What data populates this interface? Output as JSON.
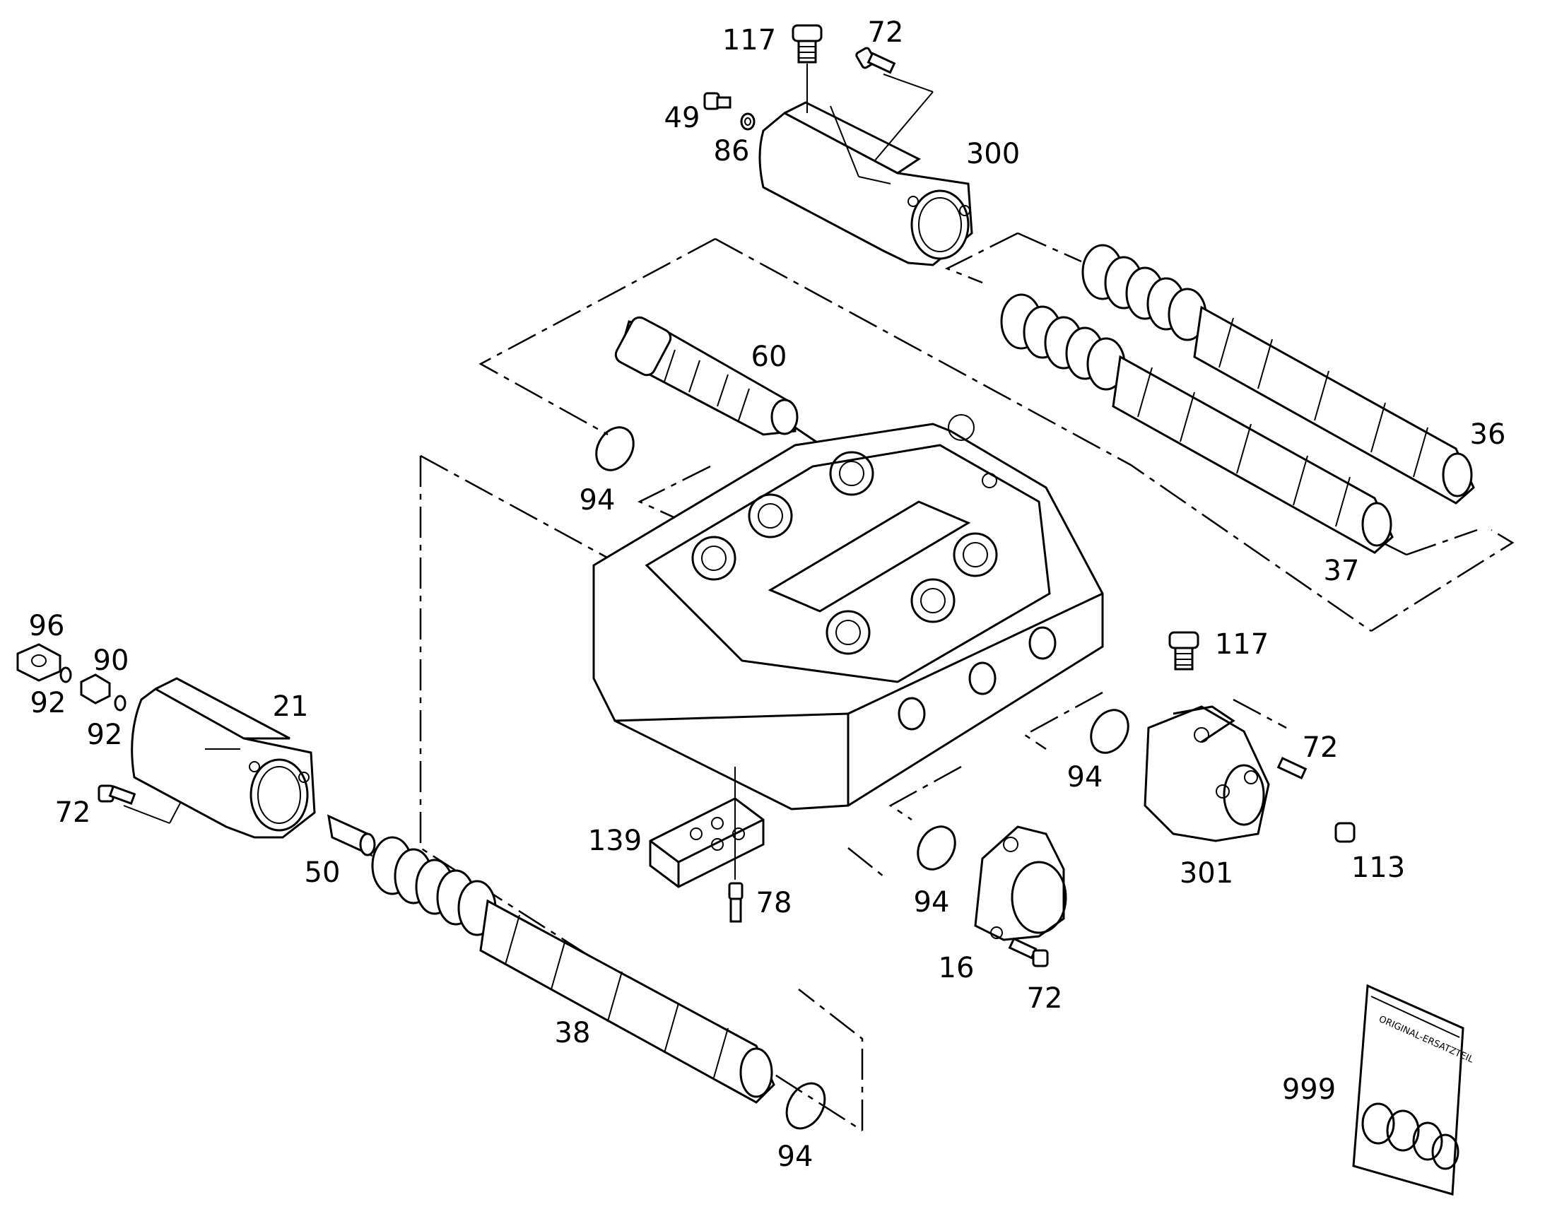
{
  "callouts": {
    "c117a": "117",
    "c72a": "72",
    "c49": "49",
    "c86": "86",
    "c300": "300",
    "c60": "60",
    "c36": "36",
    "c94a": "94",
    "c37": "37",
    "c96": "96",
    "c90": "90",
    "c92a": "92",
    "c92b": "92",
    "c21": "21",
    "c72b": "72",
    "c50": "50",
    "c117b": "117",
    "c72c": "72",
    "c94b": "94",
    "c301": "301",
    "c113": "113",
    "c139": "139",
    "c78": "78",
    "c94c": "94",
    "c16": "16",
    "c72d": "72",
    "c38": "38",
    "c94d": "94",
    "c999": "999"
  },
  "bag_label": "ORIGINAL-ERSATZTEIL"
}
